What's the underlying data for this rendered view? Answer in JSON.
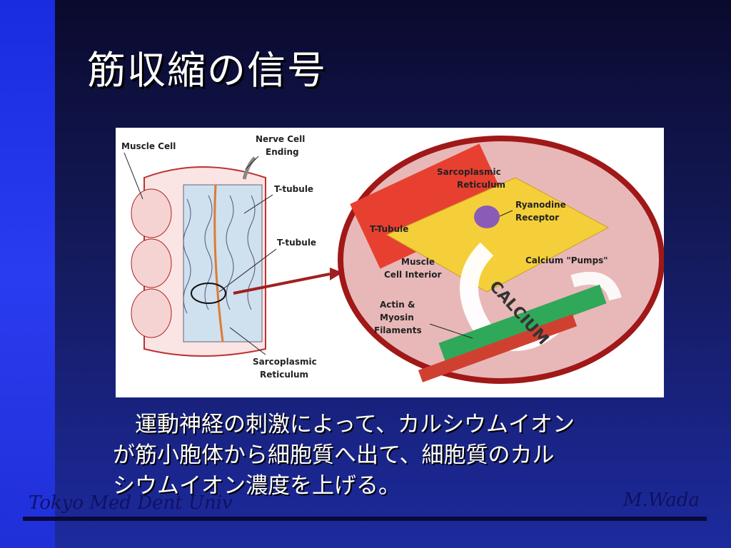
{
  "slide": {
    "title": "筋収縮の信号",
    "body_lines": [
      "　運動神経の刺激によって、カルシウムイオン",
      "が筋小胞体から細胞質へ出て、細胞質のカル",
      "シウムイオン濃度を上げる。"
    ],
    "footer_left": "Tokyo Med Dent Univ",
    "footer_right": "M.Wada"
  },
  "figure": {
    "labels": {
      "muscle_cell": "Muscle Cell",
      "nerve_cell_1": "Nerve Cell",
      "nerve_cell_2": "Ending",
      "t_tubule_upper": "T-tubule",
      "t_tubule_lower": "T-tubule",
      "sr_left_1": "Sarcoplasmic",
      "sr_left_2": "Reticulum",
      "sr_right_1": "Sarcoplasmic",
      "sr_right_2": "Reticulum",
      "ryanodine_1": "Ryanodine",
      "ryanodine_2": "Receptor",
      "t_tubule_zoom": "T-Tubule",
      "muscle_interior_1": "Muscle",
      "muscle_interior_2": "Cell Interior",
      "calcium_pumps": "Calcium \"Pumps\"",
      "actin_1": "Actin &",
      "actin_2": "Myosin",
      "actin_3": "Filaments",
      "calcium_arrow": "CALCIUM"
    }
  },
  "colors": {
    "side_bar": "#1a2ce0",
    "title_text": "#ffffff",
    "footer_text": "#101060"
  }
}
